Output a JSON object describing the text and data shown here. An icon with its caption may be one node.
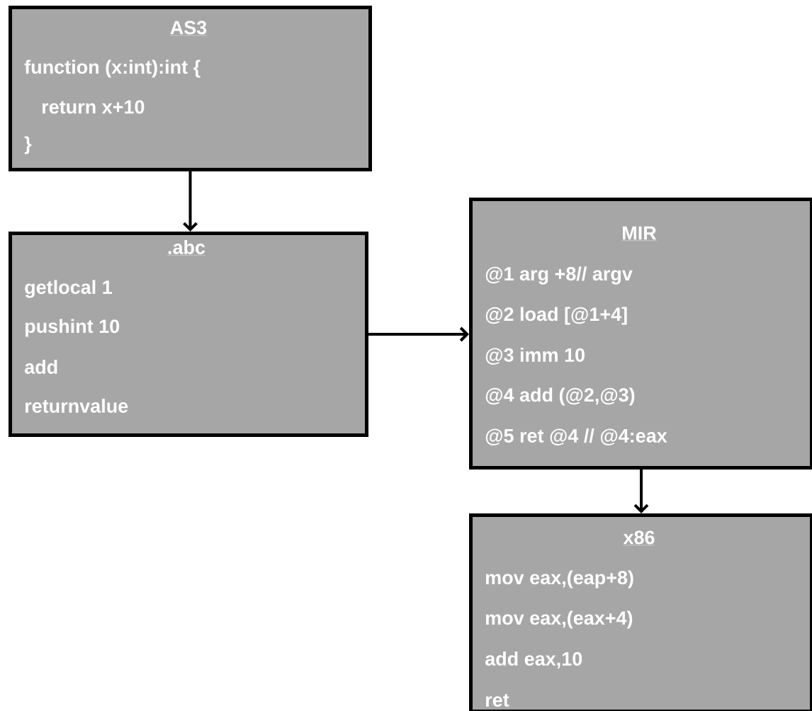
{
  "diagram": {
    "nodes": [
      {
        "text": [
          "AS3",
          "function (x:int):int {",
          "return x+10",
          "}"
        ]
      },
      {
        "text": [
          ".abc",
          "getlocal 1",
          "pushint 10",
          "add",
          "returnvalue"
        ]
      },
      {
        "text": [
          "MIR",
          "@1 arg +8// argv",
          "@2 load [@1+4]",
          "@3 imm 10",
          "@4 add (@2,@3)",
          "@5 ret @4 // @4:eax"
        ]
      },
      {
        "text": [
          "x86",
          "mov eax,(eap+8)",
          "mov eax,(eax+4)",
          "add eax,10",
          "ret"
        ]
      }
    ],
    "edges": [
      {
        "from": 0,
        "to": 1,
        "arrow": "to"
      },
      {
        "from": 1,
        "to": 2,
        "arrow": "to"
      },
      {
        "from": 2,
        "to": 3,
        "arrow": "to"
      }
    ]
  }
}
